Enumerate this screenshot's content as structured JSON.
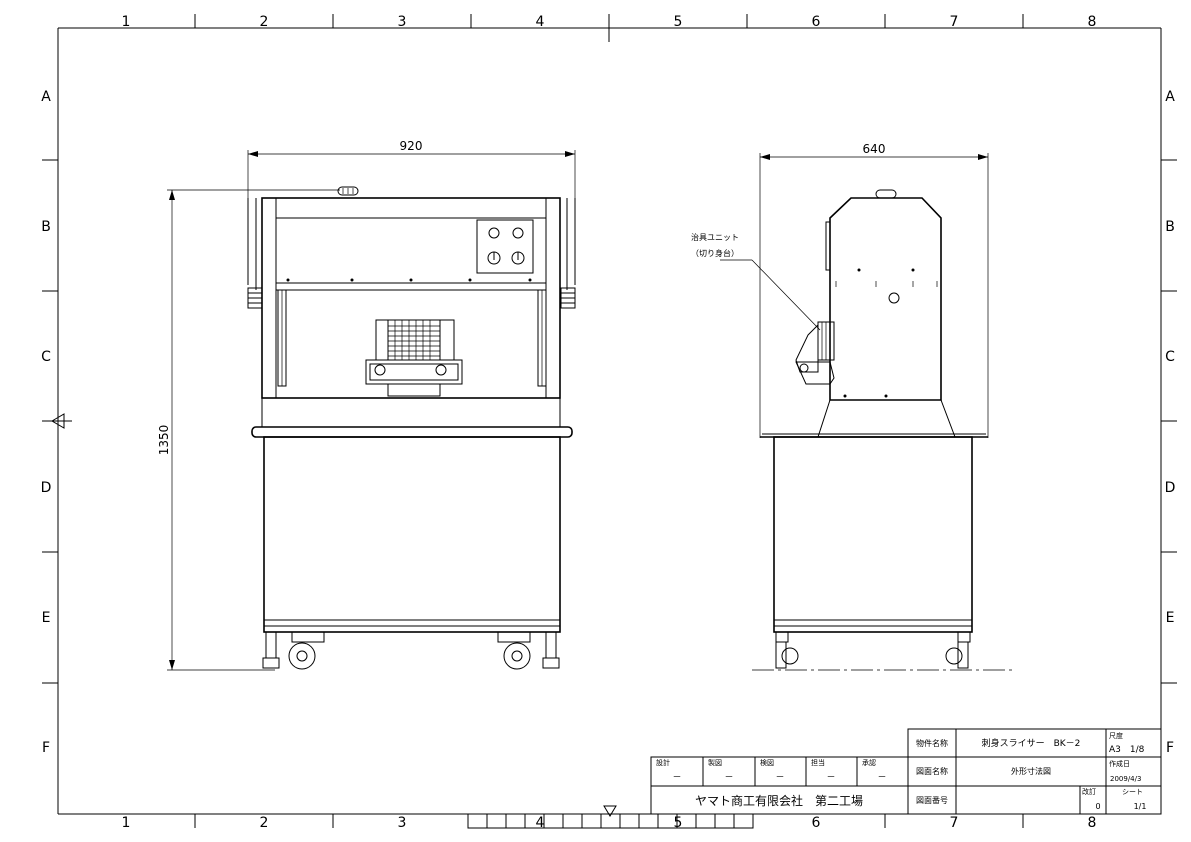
{
  "frame": {
    "cols_top": [
      "1",
      "2",
      "3",
      "4",
      "5",
      "6",
      "7",
      "8"
    ],
    "cols_bottom": [
      "1",
      "2",
      "3",
      "4",
      "5",
      "6",
      "7",
      "8"
    ],
    "rows_left": [
      "A",
      "B",
      "C",
      "D",
      "E",
      "F"
    ],
    "rows_right": [
      "A",
      "B",
      "C",
      "D",
      "E",
      "F"
    ]
  },
  "front_view": {
    "width_dim": "920",
    "height_dim": "1350"
  },
  "side_view": {
    "width_dim": "640",
    "jig_label_1": "治具ユニット",
    "jig_label_2": "（切り身台）"
  },
  "title_block": {
    "approval_headers": [
      "設計",
      "製図",
      "検図",
      "担当",
      "承認"
    ],
    "approval_values": [
      "－",
      "－",
      "－",
      "－",
      "－"
    ],
    "company": "ヤマト商工有限会社　第二工場",
    "product_label": "物件名称",
    "product_name": "刺身スライサー　BK－2",
    "drawing_label": "図面名称",
    "drawing_name": "外形寸法図",
    "number_label": "図面番号",
    "number_value": "",
    "scale_label": "尺度",
    "scale_value": "A3　1/8",
    "date_label": "作成日",
    "date_value": "2009/4/3",
    "rev_label": "改訂",
    "rev_value": "0",
    "sheet_label": "シート",
    "sheet_value": "1/1"
  }
}
